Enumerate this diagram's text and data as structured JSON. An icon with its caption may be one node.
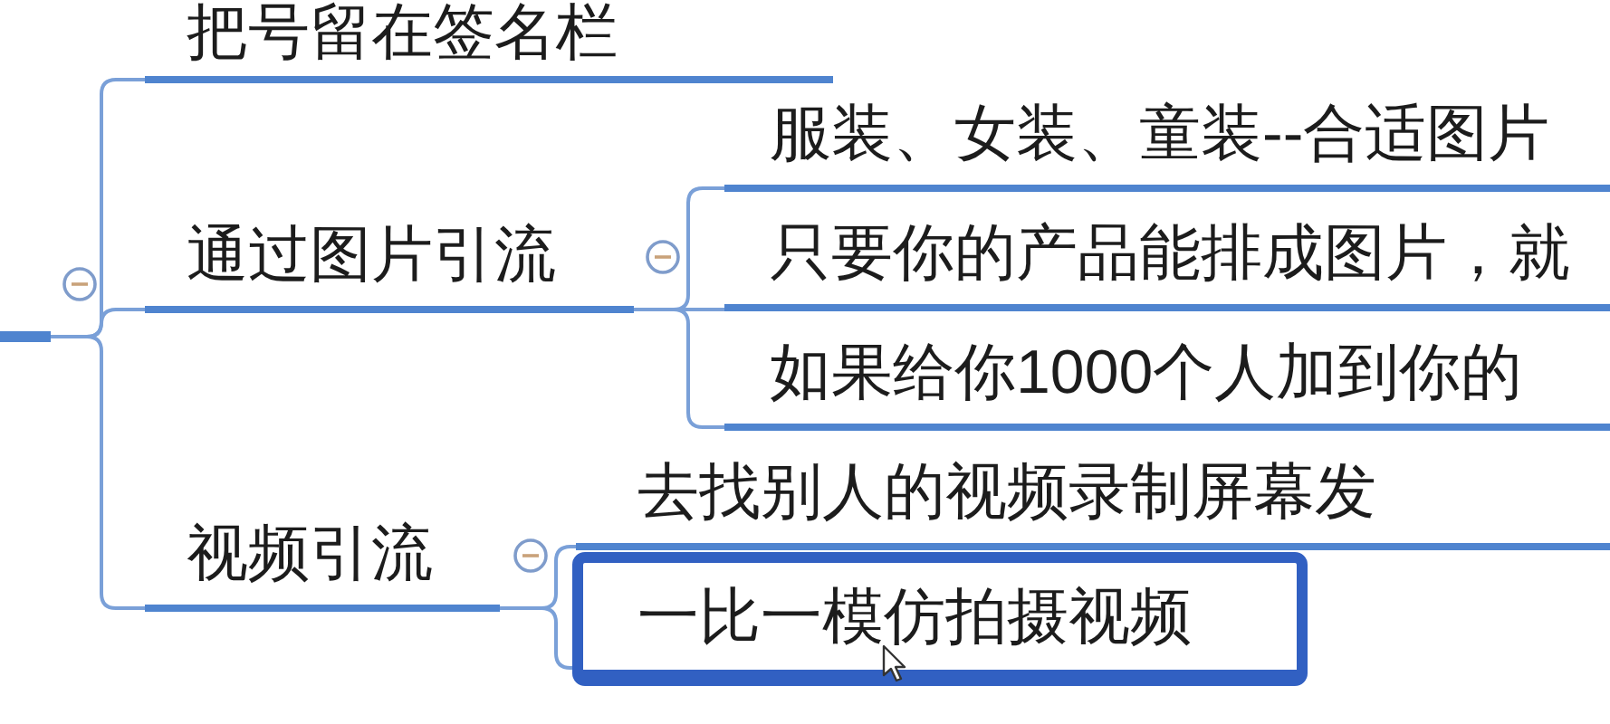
{
  "diagram": {
    "nodes": [
      {
        "text": [],
        "shape": "bar"
      },
      {
        "text": [
          "把号留在签名栏"
        ]
      },
      {
        "text": [
          "通过图片引流"
        ]
      },
      {
        "text": [
          "服装、女装、童装--合适图片"
        ]
      },
      {
        "text": [
          "只要你的产品能排成图片，就"
        ]
      },
      {
        "text": [
          "如果给你1000个人加到你的"
        ]
      },
      {
        "text": [
          "视频引流"
        ]
      },
      {
        "text": [
          "去找别人的视频录制屏幕发"
        ]
      },
      {
        "text": [
          "一比一模仿拍摄视频"
        ]
      }
    ],
    "edges": [
      {
        "from": 0,
        "to": 1,
        "arrow": "none"
      },
      {
        "from": 0,
        "to": 2,
        "arrow": "none"
      },
      {
        "from": 0,
        "to": 6,
        "arrow": "none"
      },
      {
        "from": 2,
        "to": 3,
        "arrow": "none"
      },
      {
        "from": 2,
        "to": 4,
        "arrow": "none"
      },
      {
        "from": 2,
        "to": 5,
        "arrow": "none"
      },
      {
        "from": 6,
        "to": 7,
        "arrow": "none"
      },
      {
        "from": 6,
        "to": 8,
        "arrow": "none"
      }
    ]
  }
}
